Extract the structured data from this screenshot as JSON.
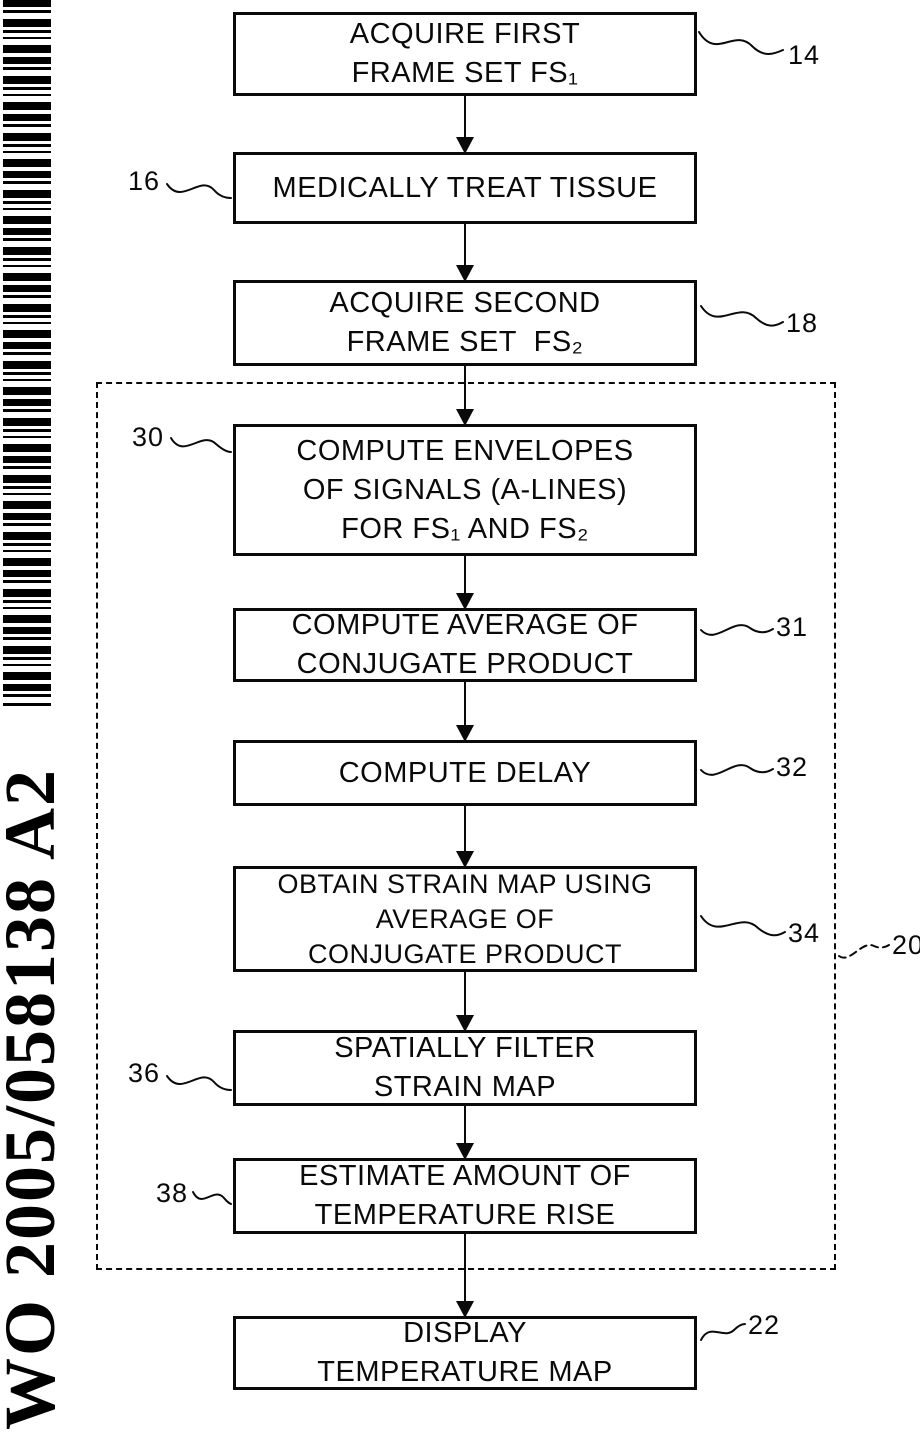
{
  "page": {
    "patent_number": "WO 2005/058138 A2"
  },
  "flowchart": {
    "boxes": [
      {
        "lines": [
          "ACQUIRE FIRST",
          "FRAME SET FS₁"
        ],
        "ref": "14"
      },
      {
        "lines": [
          "MEDICALLY TREAT TISSUE"
        ],
        "ref": "16"
      },
      {
        "lines": [
          "ACQUIRE SECOND",
          "FRAME SET  FS₂"
        ],
        "ref": "18"
      },
      {
        "lines": [
          "COMPUTE ENVELOPES",
          "OF SIGNALS (A-LINES)",
          "FOR FS₁ AND FS₂"
        ],
        "ref": "30"
      },
      {
        "lines": [
          "COMPUTE AVERAGE OF",
          "CONJUGATE PRODUCT"
        ],
        "ref": "31"
      },
      {
        "lines": [
          "COMPUTE DELAY"
        ],
        "ref": "32"
      },
      {
        "lines": [
          "OBTAIN STRAIN MAP USING",
          "AVERAGE OF",
          "CONJUGATE PRODUCT"
        ],
        "ref": "34"
      },
      {
        "lines": [
          "SPATIALLY FILTER",
          "STRAIN MAP"
        ],
        "ref": "36"
      },
      {
        "lines": [
          "ESTIMATE AMOUNT OF",
          "TEMPERATURE RISE"
        ],
        "ref": "38"
      },
      {
        "lines": [
          "DISPLAY",
          "TEMPERATURE MAP"
        ],
        "ref": "22"
      }
    ],
    "group_ref": "20"
  }
}
